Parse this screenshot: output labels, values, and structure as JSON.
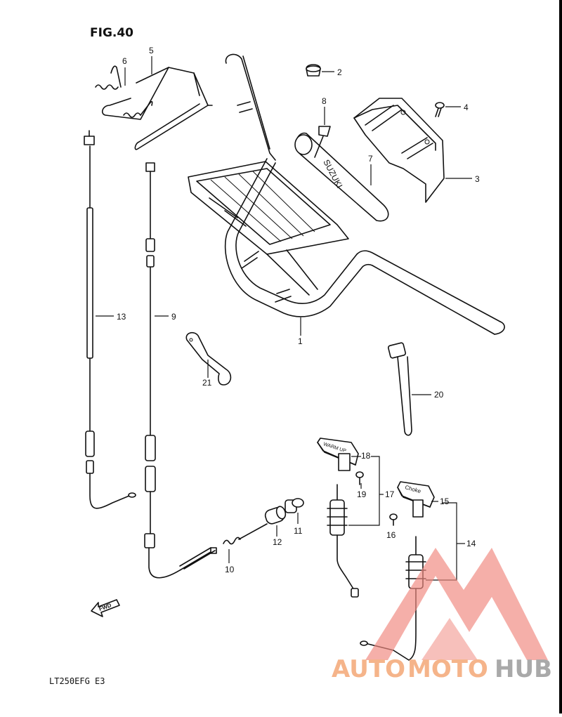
{
  "figure": {
    "title": "FIG.40",
    "model_code": "LT250EFG  E3"
  },
  "labels": [
    "1",
    "2",
    "3",
    "4",
    "5",
    "6",
    "7",
    "8",
    "9",
    "10",
    "11",
    "12",
    "13",
    "14",
    "15",
    "16",
    "17",
    "18",
    "19",
    "20",
    "21"
  ],
  "stickers": {
    "grip_pad": "SUZUKI",
    "knob_18": "WARM UP",
    "knob_15": "Choke"
  },
  "arrow": {
    "text": "FWD"
  },
  "watermark": {
    "part1": "AUTO",
    "part2": "MOTO",
    "part3": "HUB",
    "color_orange": "#f5b48a",
    "color_gray": "#a9a9a9",
    "logo_color": "#f08a80"
  }
}
